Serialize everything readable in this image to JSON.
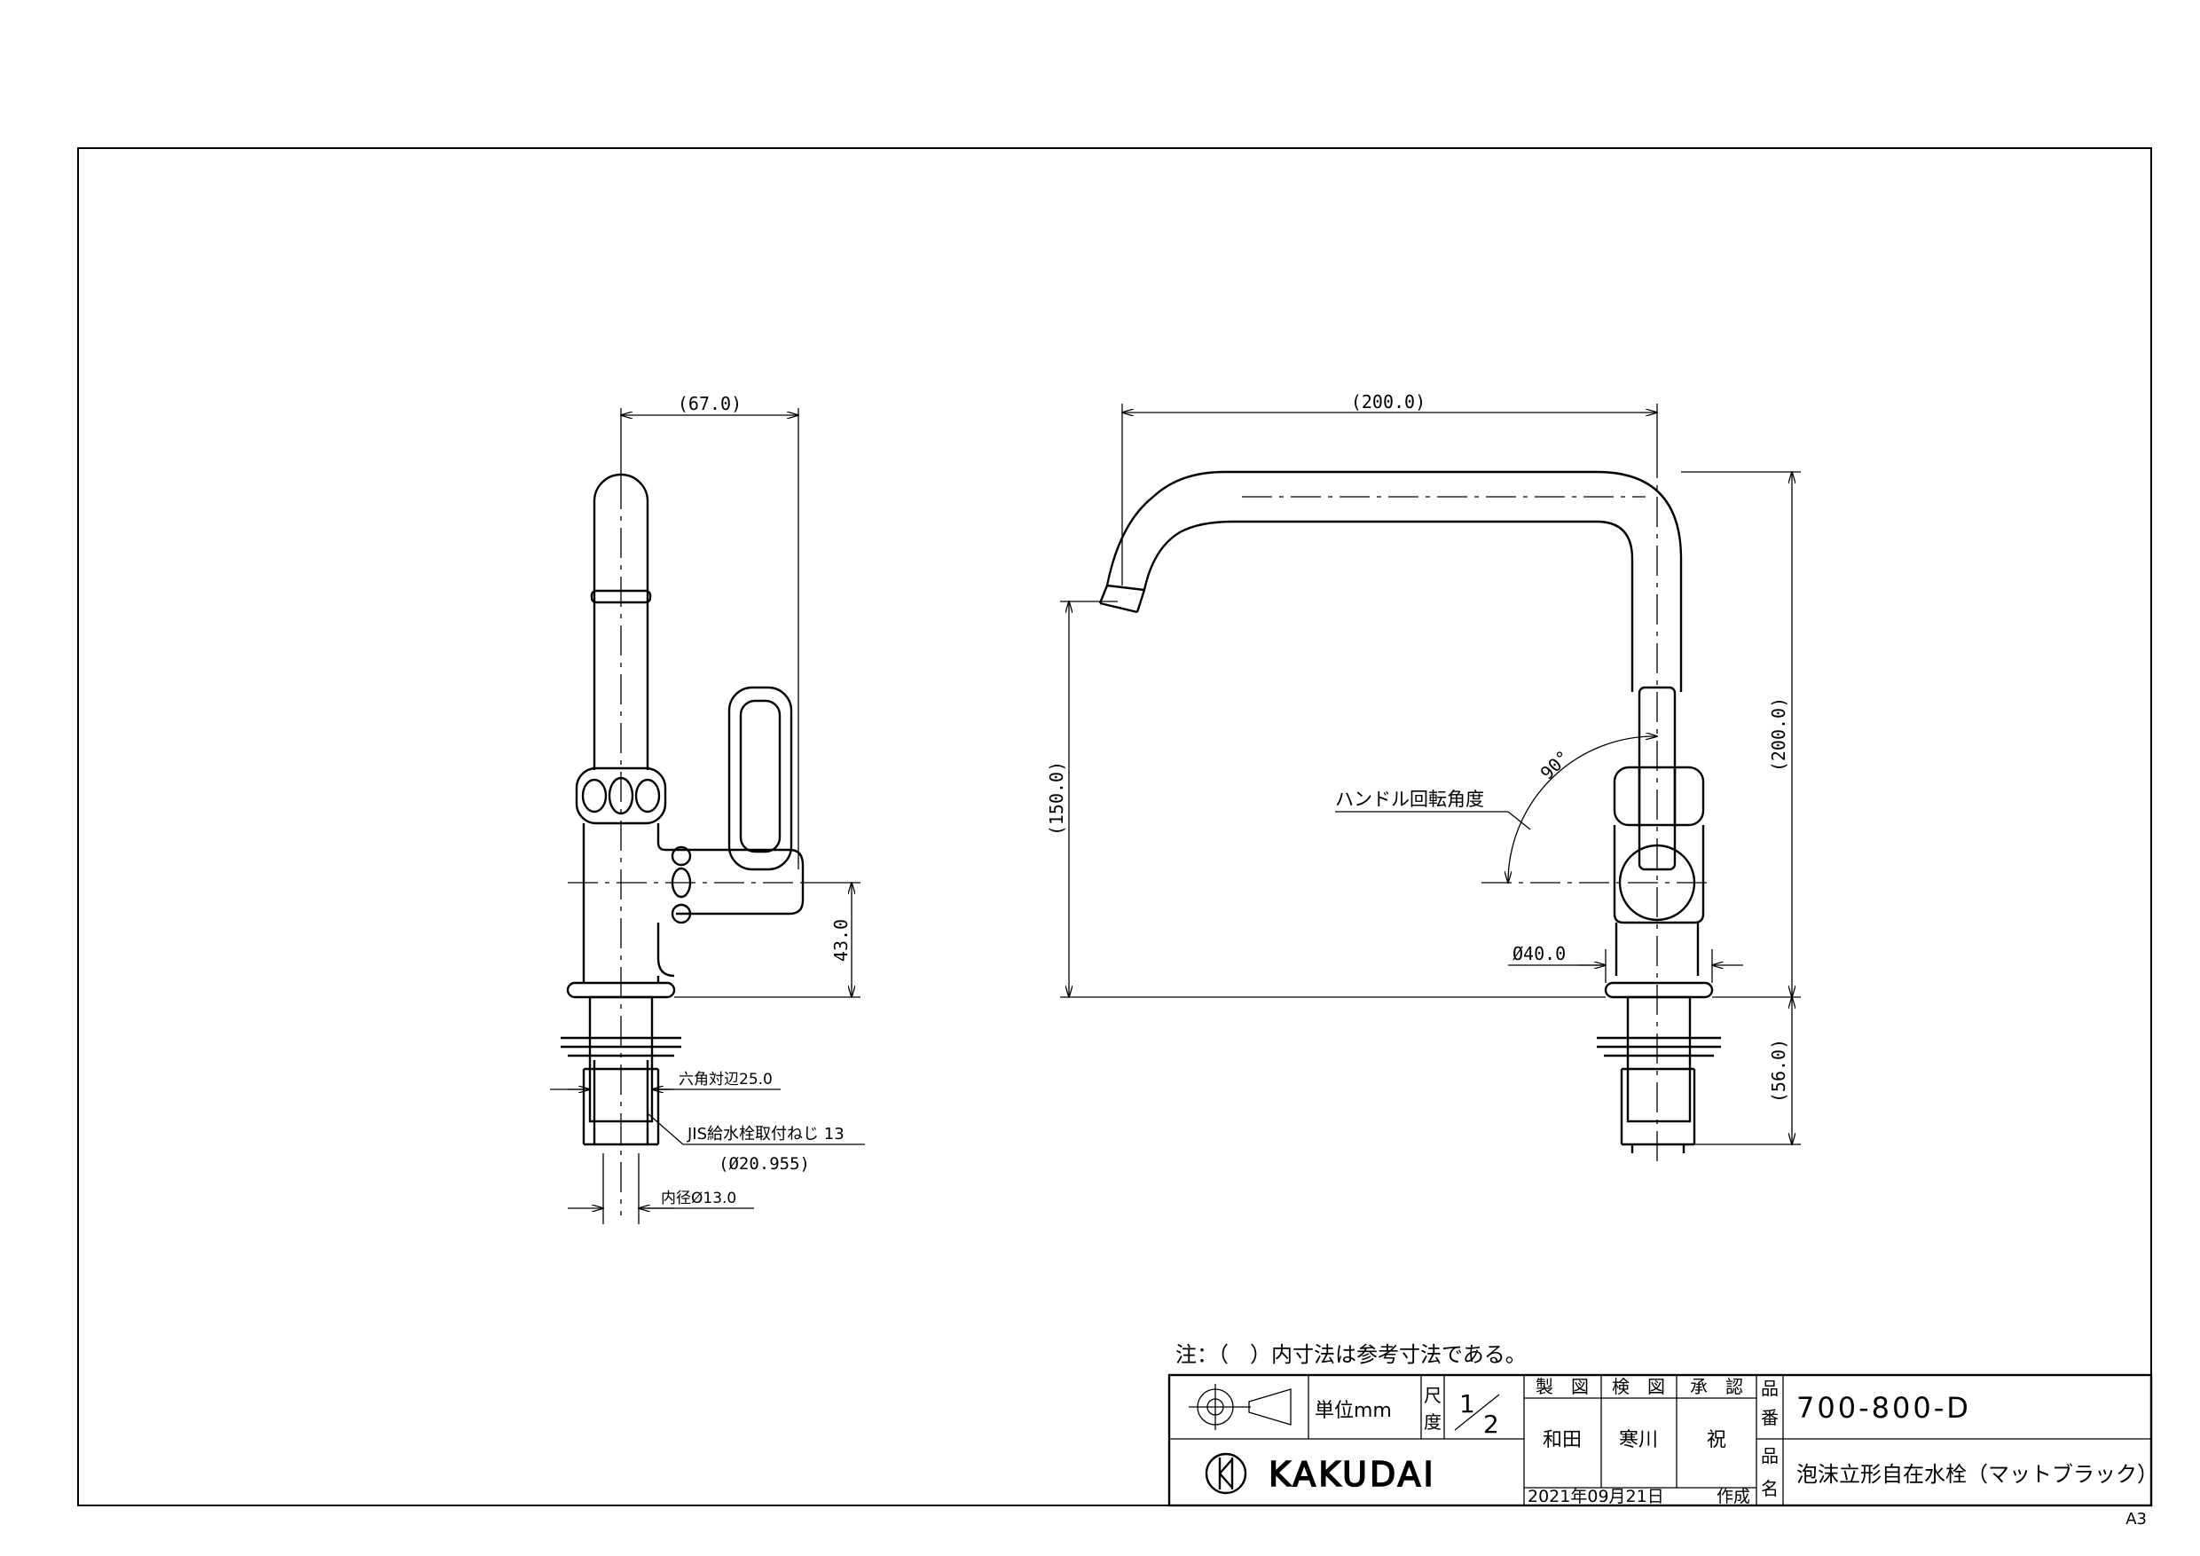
{
  "side_view": {
    "dim_width": "(67.0)",
    "dim_height": "43.0",
    "hex_label": "六角対辺25.0",
    "thread_label": "JIS給水栓取付ねじ 13",
    "thread_dia": "(Ø20.955)",
    "inner_dia": "内径Ø13.0"
  },
  "front_view": {
    "dim_width": "(200.0)",
    "dim_height_left": "(150.0)",
    "dim_height_right": "(200.0)",
    "dim_bottom": "(56.0)",
    "dim_base_dia": "Ø40.0",
    "handle_label": "ハンドル回転角度",
    "angle": "90°"
  },
  "note": "注：（　）内寸法は参考寸法である。",
  "title_block": {
    "unit": "単位mm",
    "scale_label": [
      "尺",
      "度"
    ],
    "scale_num": "1",
    "scale_den": "2",
    "drawn_label": "製　図",
    "checked_label": "検　図",
    "approved_label": "承　認",
    "drawn_by": "和田",
    "checked_by": "寒川",
    "approved_by": "祝",
    "logo": "KAKUDAI",
    "date": "2021年09月21日",
    "created": "作成",
    "part_no_label": [
      "品",
      "番"
    ],
    "part_no": "700-800-D",
    "name_label": [
      "品",
      "名"
    ],
    "product_name": "泡沫立形自在水栓（マットブラック）"
  },
  "sheet_size": "A3"
}
